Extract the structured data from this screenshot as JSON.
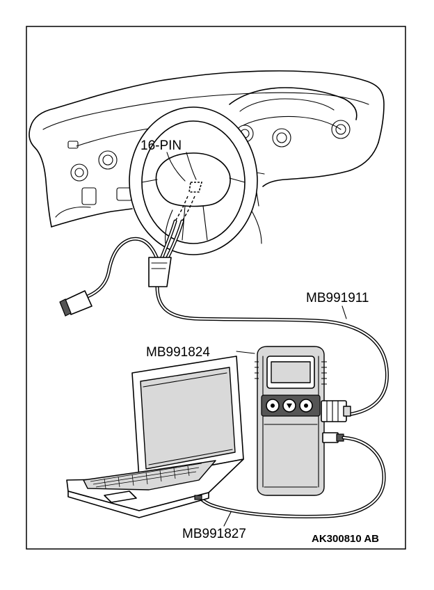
{
  "labels": {
    "diagnostic_connector": "16-PIN",
    "vehicle_cable": "MB991911",
    "interface_unit": "MB991824",
    "usb_cable": "MB991827",
    "figure_code": "AK300810 AB"
  }
}
